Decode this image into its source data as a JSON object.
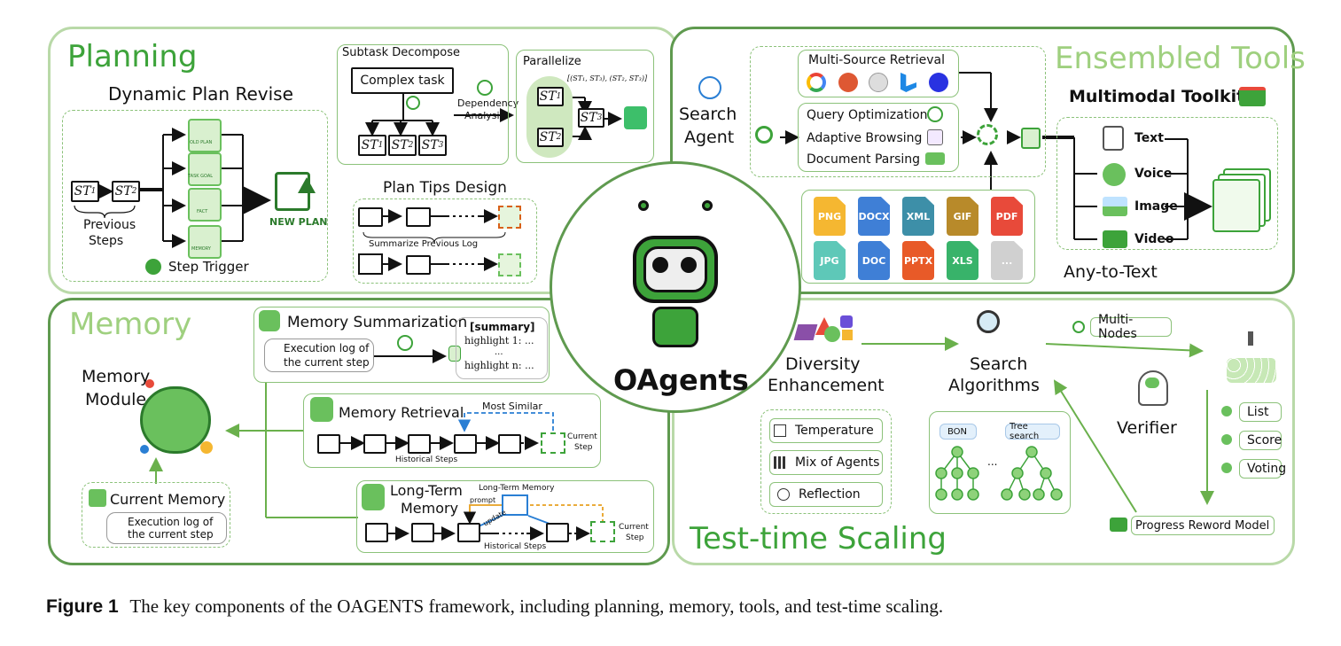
{
  "planning": {
    "title": "Planning",
    "dynamic_plan": {
      "title": "Dynamic Plan Revise",
      "st1": "ST",
      "st1_sub": "1",
      "st2": "ST",
      "st2_sub": "2",
      "previous_steps_line1": "Previous",
      "previous_steps_line2": "Steps",
      "icon_labels": [
        "OLD PLAN",
        "TASK GOAL",
        "FACT",
        "MEMORY"
      ],
      "new_plan": "NEW PLAN",
      "step_trigger": "Step Trigger"
    },
    "subtask": {
      "title": "Subtask Decompose",
      "complex_task": "Complex task",
      "st_labels": [
        "ST",
        "ST",
        "ST"
      ],
      "st_subs": [
        "1",
        "2",
        "3"
      ],
      "dependency_line1": "Dependency",
      "dependency_line2": "Analysis"
    },
    "parallelize": {
      "title": "Parallelize",
      "pairs": "[(ST₁, ST₃), (ST₂, ST₃)]",
      "st1": "ST",
      "st1_sub": "1",
      "st2": "ST",
      "st2_sub": "2",
      "st3": "ST",
      "st3_sub": "3"
    },
    "plan_tips": {
      "title": "Plan Tips Design",
      "summarize": "Summarize Previous Log"
    }
  },
  "tools": {
    "title": "Ensembled Tools",
    "search_agent_line1": "Search",
    "search_agent_line2": "Agent",
    "multi_source": "Multi-Source Retrieval",
    "query_optimization": "Query Optimization",
    "adaptive_browsing": "Adaptive Browsing",
    "document_parsing": "Document Parsing",
    "file_types_row1": [
      "PNG",
      "DOCX",
      "XML",
      "GIF",
      "PDF"
    ],
    "file_types_row2": [
      "JPG",
      "DOC",
      "PPTX",
      "XLS",
      "..."
    ],
    "file_colors_row1": [
      "#f5b731",
      "#3f7fd6",
      "#3d8fa8",
      "#b88a2a",
      "#e84a3a"
    ],
    "file_colors_row2": [
      "#5ec8b8",
      "#3f7fd6",
      "#e85a28",
      "#38b36a",
      "#d0d0d0"
    ],
    "multimodal_toolkit": "Multimodal Toolkit",
    "modalities": [
      "Text",
      "Voice",
      "Image",
      "Video"
    ],
    "any_to_text": "Any-to-Text"
  },
  "center": {
    "name": "OAgents"
  },
  "memory": {
    "title": "Memory",
    "module_line1": "Memory",
    "module_line2": "Module",
    "summarization": {
      "title": "Memory Summarization",
      "exec_line1": "Execution log of",
      "exec_line2": "the current step",
      "summary": "[summary]",
      "highlight1": "highlight 1: ...",
      "ellipsis": "...",
      "highlightn": "highlight n: ..."
    },
    "retrieval": {
      "title": "Memory Retrieval",
      "most_similar": "Most Similar",
      "current_step_line1": "Current",
      "current_step_line2": "Step",
      "historical": "Historical Steps"
    },
    "current_memory": {
      "title": "Current Memory",
      "exec_line1": "Execution log of",
      "exec_line2": "the current step"
    },
    "long_term": {
      "title_line1": "Long-Term",
      "title_line2": "Memory",
      "ltm_label": "Long-Term Memory",
      "prompt": "prompt",
      "update": "update",
      "current_step_line1": "Current",
      "current_step_line2": "Step",
      "historical": "Historical Steps"
    }
  },
  "scaling": {
    "title": "Test-time Scaling",
    "diversity_line1": "Diversity",
    "diversity_line2": "Enhancement",
    "search_line1": "Search",
    "search_line2": "Algorithms",
    "multi_nodes": "Multi-Nodes",
    "verifier": "Verifier",
    "temperature": "Temperature",
    "mix_of_agents": "Mix of Agents",
    "reflection": "Reflection",
    "bon": "BON",
    "tree_search": "Tree search",
    "tree_ellipsis": "...",
    "list": "List",
    "score": "Score",
    "voting": "Voting",
    "prm": "Progress Reword Model"
  },
  "caption": {
    "label": "Figure 1",
    "text": "The key components of the OAGENTS framework, including planning, memory, tools, and test-time scaling."
  },
  "colors": {
    "green": "#3da33a",
    "light_green": "#9fd07f",
    "border": "#b9d9a8"
  }
}
